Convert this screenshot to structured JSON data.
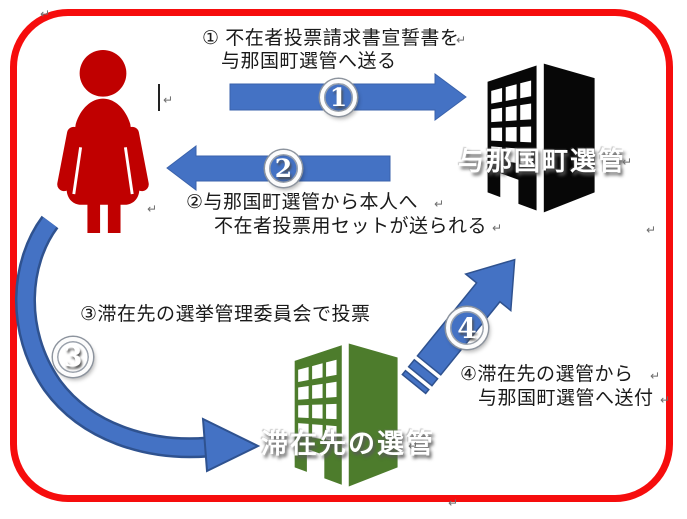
{
  "annotations": {
    "step1_line1": "① 不在者投票請求書宣誓書を",
    "step1_line2": "与那国町選管へ送る",
    "step2_line1": "②与那国町選管から本人へ",
    "step2_line2": "不在者投票用セットが送られる",
    "step3": "③滞在先の選挙管理委員会で投票",
    "step4_line1": "④滞在先の選管から",
    "step4_line2": "与那国町選管へ送付"
  },
  "buildings": {
    "yonaguni_label": "与那国町選管",
    "stay_label": "滞在先の選管"
  },
  "badges": {
    "b1": "1",
    "b2": "2",
    "b3": "3",
    "b4": "4"
  },
  "marks": {
    "return_glyph": "↵"
  },
  "colors": {
    "arrow_blue": "#4472c4",
    "arrow_outline": "#2f528f",
    "person_red": "#c00000",
    "border_red": "#f60d0d",
    "building_black": "#070707",
    "building_green": "#4d7c2c",
    "label_white": "#ffffff"
  }
}
